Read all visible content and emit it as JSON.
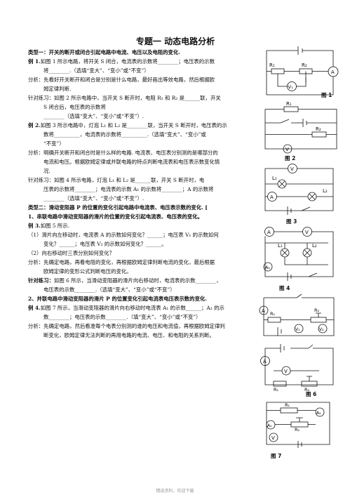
{
  "title": "专题一  动态电路分析",
  "lines": [
    {
      "text": "类型一：开关的断开或闭合引起电路中电流、电压以及电阻的变化.",
      "bold": true
    },
    {
      "text": "例 1.如图 1 所示电路，将开关 S 闭合，电流表的示数将________；电压表的示数",
      "bold_prefix": "例 1."
    },
    {
      "text": "将________.（选填“变大”、“变小”或“不变”）",
      "indent": 1
    },
    {
      "text": "分析：先看好开关断开和闭合是分别是什么电路，最好画出等效电路，然后根据欧"
    },
    {
      "text": "姆定律判断.",
      "indent": 1
    },
    {
      "text": "针对练习：如图 2 所示电路中，当开关 S 断开时，电阻 R₁ 和 R₂ 是______联，开关"
    },
    {
      "text": "S 闭合后，电压表的示数将",
      "indent": 1
    },
    {
      "text": "________（选填“变大”、“变小”或“不变”）.",
      "indent": 1
    },
    {
      "text": "例 2.如图 3 所示电路中，灯泡 L₁ 和 L₂ 是________联，当开关 S 断开时，电压表的示",
      "bold_prefix": "例 2."
    },
    {
      "text": "数将__________，电流表的示数将__________.（选填“变大”、“变小”或",
      "indent": 1
    },
    {
      "text": "“不变”）",
      "indent": 1
    },
    {
      "text": "分析：明确开关断开和闭合时是什么样的电路. 电流表、电压表分别测的是哪部分的"
    },
    {
      "text": "电流和电压。根据欧姆定律或并联电路的特点判断电流表和电压表示数变化情",
      "indent": 1
    },
    {
      "text": "况.",
      "indent": 1
    },
    {
      "text": "针对练习：如图 4 所示电路，灯泡 L₁ 和 L₂ 是______联，开关 S 断开时，电"
    },
    {
      "text": "压表的示数将________；电流表的示数 A₁ 的示数将________；A 的示数将",
      "indent": 1
    },
    {
      "text": "________（选填“变大”、“变小”或“不变”）.",
      "indent": 1
    },
    {
      "text": "类型二：滑动变阻器 P 的位置的变化引起电路中电流表、电压表示数的变化. [",
      "bold": true
    },
    {
      "text": "1、串联电路中滑动变阻器的滑片的位置的变化引起电流表、电压表的变化。",
      "bold": true
    },
    {
      "text": "例 3.如图 5 所示.",
      "bold_prefix": "例 3."
    },
    {
      "text": "（1）滑片向左移动时，电流表 A 的示数如何变化？______；电压表 V₁ 的示数如何"
    },
    {
      "text": "变化？______；电压表 V₂ 的示数如何变化？______。",
      "indent": 1
    },
    {
      "text": "（2）向右移动时三表分别如何变化？"
    },
    {
      "text": "分析：先确定电路，再看电阻的变化，再根据欧姆定律判断电流的变化，最后根据"
    },
    {
      "text": "欧姆定律的变形公式判断电压的变化。",
      "indent": 1
    },
    {
      "text": "针对练习：如图 6 所示，当滑动变阻器的滑片向右移动时，电流表的示数________，",
      "bold_prefix": "针对练习："
    },
    {
      "text": "电压表的示数________.（选填“变大”、“变小”或“不变”）",
      "indent": 1
    },
    {
      "text": "2、并联电路中滑动变阻器的滑片 P 的位置变化引起电流表电压表示数的变化.",
      "bold": true
    },
    {
      "text": "例 4.如图 7 所示，当滑动变阻器的滑片向右移动时电流表 A₁ 的示数______；A₂ 的示",
      "bold_prefix": "例 4."
    },
    {
      "text": "数________；电压表的示数________.（填“变大”、“变小”或“不变”）",
      "indent": 1
    },
    {
      "text": "分析：先确定电路，然后看准每个电表分别测的谁的电压和电流值，再根据欧姆定律判"
    },
    {
      "text": "断变化，欧姆定律无法判断的再用电路的电流、电压、和电阻的关系判断。",
      "indent": 1
    }
  ],
  "figures": {
    "fig1": {
      "label": "图 1",
      "r1": "R₁",
      "r2": "R₂",
      "ammeter": "A",
      "voltmeter": "V₁"
    },
    "fig2": {
      "label": "图 2",
      "r1": "R₁",
      "r2": "R₂",
      "voltmeter": "V"
    },
    "fig3": {
      "label": "图 3",
      "l1": "L₁",
      "l2": "L₂",
      "ammeter": "A",
      "voltmeter": "V"
    },
    "fig4": {
      "label": "图 4",
      "l1": "L₁",
      "l2": "L₂",
      "ammeter": "A",
      "ammeter1": "A₁",
      "voltmeter": "V"
    },
    "fig5": {
      "r1": "R₁",
      "r2": "R₂",
      "ammeter": "A",
      "v1": "V₁",
      "v2": "V₂"
    },
    "fig6": {
      "label": "图 6",
      "r1": "R₁",
      "r2": "R₂",
      "ammeter": "A",
      "voltmeter": "V"
    },
    "fig7": {
      "label": "图 7",
      "r1": "R₁",
      "r2": "R₂",
      "a1": "A₁",
      "a2": "A₂",
      "voltmeter": "V"
    }
  },
  "footer": "精选资料，欢迎下载"
}
